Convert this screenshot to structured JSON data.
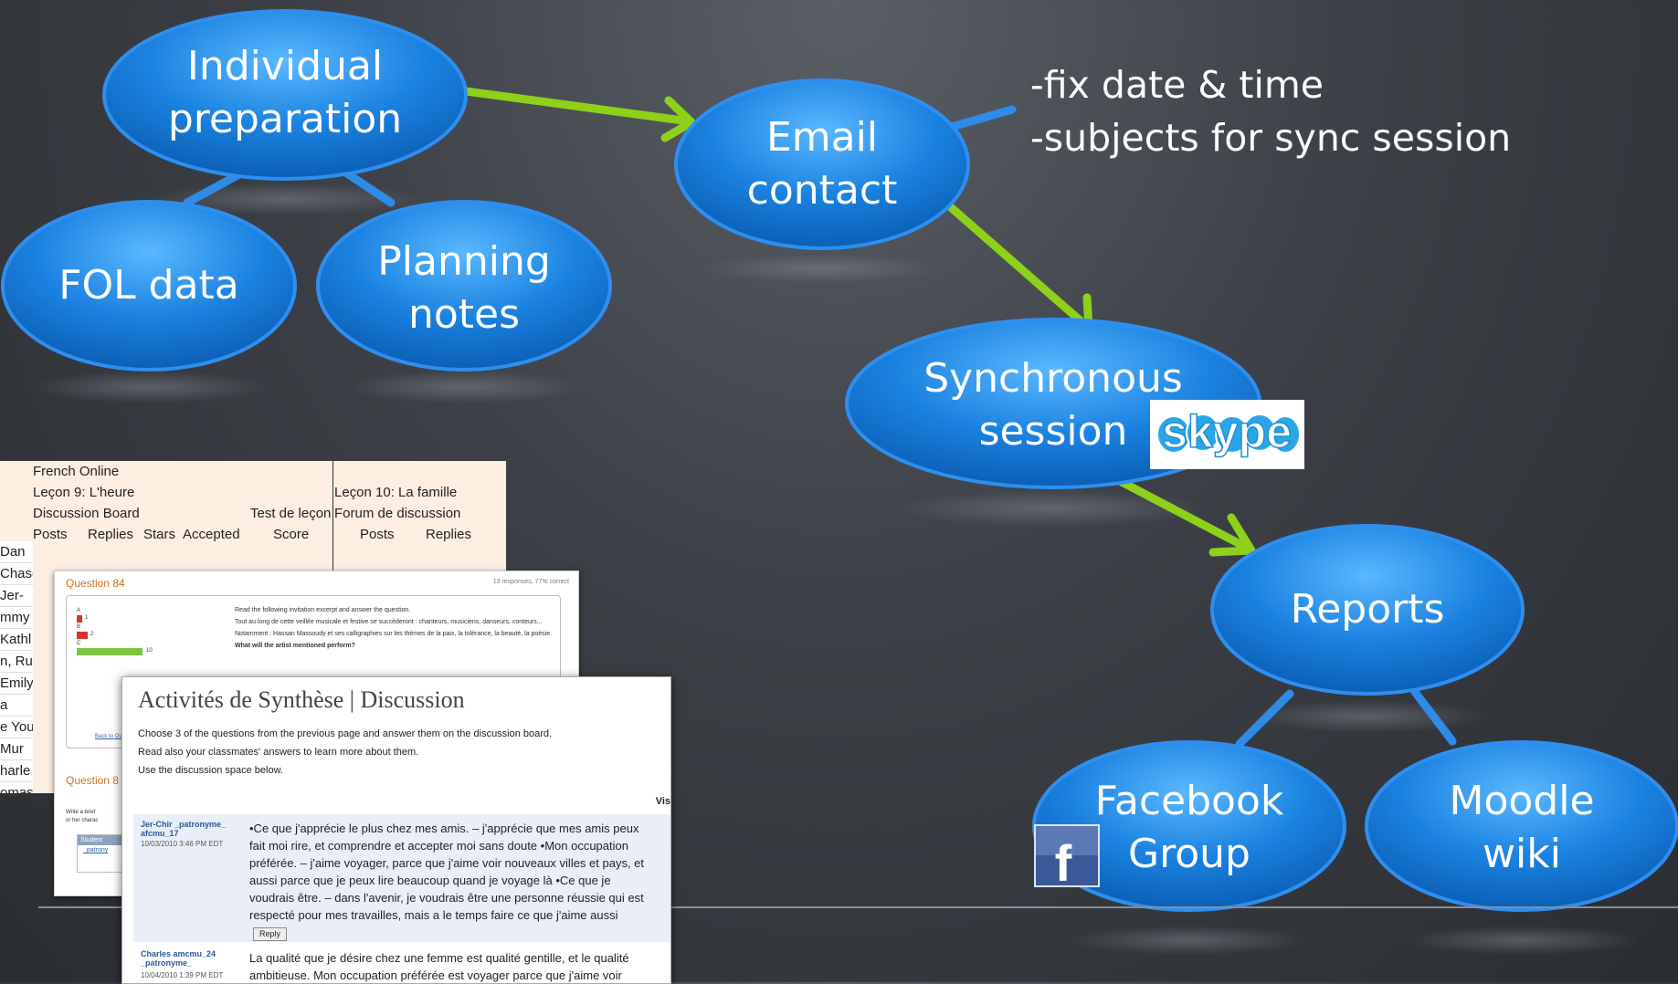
{
  "nodes": {
    "individual_prep": "Individual\npreparation",
    "fol_data": "FOL data",
    "planning_notes": "Planning\nnotes",
    "email_contact": "Email\ncontact",
    "sync_session": "Synchronous\nsession",
    "reports": "Reports",
    "facebook_group": "Facebook\nGroup",
    "moodle_wiki": "Moodle\nwiki"
  },
  "notes": {
    "line1": "-fix date & time",
    "line2": "-subjects for sync session"
  },
  "logos": {
    "skype": "skype",
    "facebook": "f"
  },
  "colors": {
    "node": "#1a86e0",
    "arrow": "#8fd11a",
    "connector": "#2f8be8"
  },
  "spreadsheet": {
    "row1": "French Online",
    "row2_left": "Leçon 9: L'heure",
    "row2_right": "Leçon 10: La famille",
    "row3_left": "Discussion Board",
    "row3_mid": "Test de leçon",
    "row3_right": "Forum de discussion",
    "headers": [
      "Posts",
      "Replies",
      "Stars",
      "Accepted",
      "Score",
      "Posts",
      "Replies"
    ],
    "names": [
      "Dan",
      "Chase",
      "Jer-",
      "mmy",
      "Kathl",
      "n, Rut",
      "Emily",
      "a",
      "e You",
      "Mur",
      "harle",
      "omas"
    ]
  },
  "quiz": {
    "title": "Question 84",
    "responses": "13 responses, 77% correct",
    "labels": [
      "A",
      "B",
      "C"
    ],
    "counts": [
      "1",
      "2",
      "10"
    ],
    "text1": "Read the following invitation excerpt and answer the question.",
    "text2": "Tout au long de cette veillée musicale et festive se succéderont : chanteurs, musiciens, danseurs, conteurs...",
    "text3": "Notamment : Hassan Massoudy et ses calligraphies sur les thèmes de la paix, la tolérance, la beauté, la poésie.",
    "text4": "What will the artist mentioned perform?",
    "back": "Back to Questi",
    "title2": "Question 8",
    "write": "Write a brief",
    "orher": "or her charac",
    "student": "Student",
    "patrony": "_patrony"
  },
  "discussion": {
    "title": "Activités de Synthèse | Discussion",
    "line1": "Choose 3 of the questions from the previous page and answer them on the discussion board.",
    "line2": "Read also your classmates' answers to learn more about them.",
    "line3": "Use the discussion space below.",
    "vis": "Vis",
    "post1_author": "Jer-Chir _patronyme_ afcmu_17",
    "post1_date": "10/03/2010 3:46 PM EDT",
    "post1_text": "•Ce que j'apprécie le plus chez mes amis. – j'apprécie que mes amis peux fait moi rire, et comprendre et accepter moi sans doute •Mon occupation préférée. – j'aime voyager, parce que j'aime voir nouveaux villes et pays, et aussi parce que je peux lire beaucoup quand je voyage là •Ce que je voudrais être. – dans l'avenir, je voudrais être une personne réussie qui est respecté pour mes travailles, mais a le temps faire ce que j'aime aussi",
    "reply": "Reply",
    "post2_author": "Charles amcmu_24 _patronyme_",
    "post2_date": "10/04/2010 1:39 PM EDT",
    "post2_text": "La qualité que je désire chez une femme est qualité gentille, et le qualité ambitieuse. Mon occupation préférée est voyager parce que j'aime voir"
  }
}
